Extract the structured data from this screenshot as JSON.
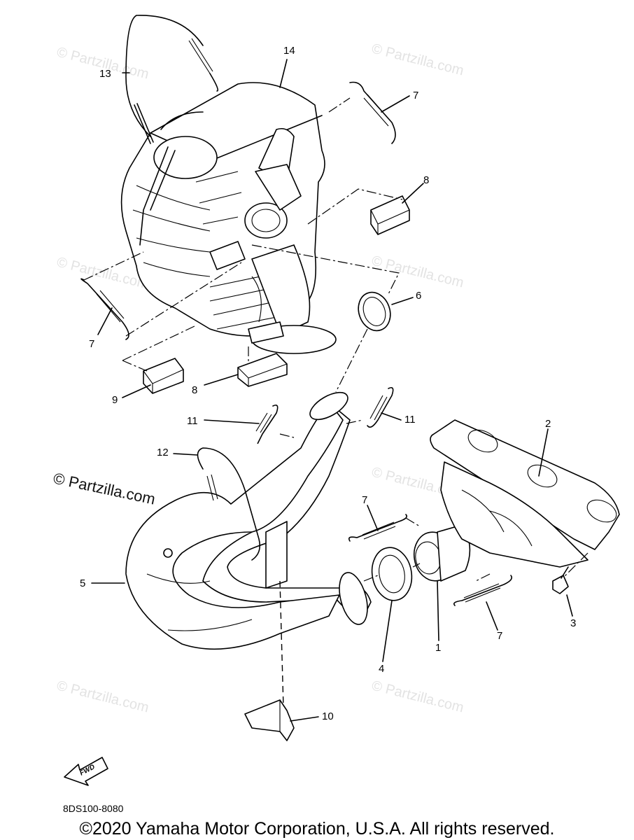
{
  "watermarks": [
    "© Partzilla.com",
    "© Partzilla.com",
    "© Partzilla.com",
    "© Partzilla.com",
    "© Partzilla.com",
    "© Partzilla.com",
    "© Partzilla.com",
    "© Partzilla.com"
  ],
  "main_watermark": "© Partzilla.com",
  "callouts": {
    "c1": "1",
    "c2": "2",
    "c3": "3",
    "c4": "4",
    "c5": "5",
    "c6": "6",
    "c7a": "7",
    "c7b": "7",
    "c7c": "7",
    "c7d": "7",
    "c8a": "8",
    "c8b": "8",
    "c9": "9",
    "c10": "10",
    "c11a": "11",
    "c11b": "11",
    "c12": "12",
    "c13": "13",
    "c14": "14"
  },
  "fwd_label": "FWD",
  "diagram_code": "8DS100-8080",
  "copyright": "©2020 Yamaha Motor Corporation, U.S.A. All rights reserved."
}
